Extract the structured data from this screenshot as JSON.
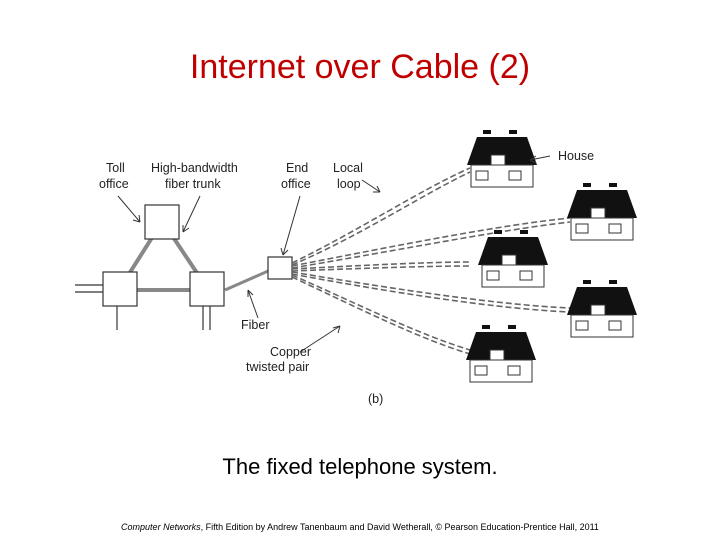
{
  "slide": {
    "title": "Internet over Cable (2)",
    "caption": "The fixed telephone system.",
    "footer": {
      "book": "Computer Networks",
      "rest": ", Fifth Edition by Andrew Tanenbaum and David Wetherall, © Pearson Education-Prentice Hall, 2011"
    }
  },
  "diagram": {
    "labels": {
      "toll_office": [
        "Toll",
        "office"
      ],
      "fiber_trunk": [
        "High-bandwidth",
        "fiber trunk"
      ],
      "end_office": [
        "End",
        "office"
      ],
      "local_loop": [
        "Local",
        "loop"
      ],
      "house": "House",
      "fiber": "Fiber",
      "copper": [
        "Copper",
        "twisted pair"
      ],
      "part": "(b)"
    },
    "houses_count": 5,
    "colors": {
      "title": "#c00000",
      "house_roof": "#111111",
      "wire": "#555555"
    }
  }
}
